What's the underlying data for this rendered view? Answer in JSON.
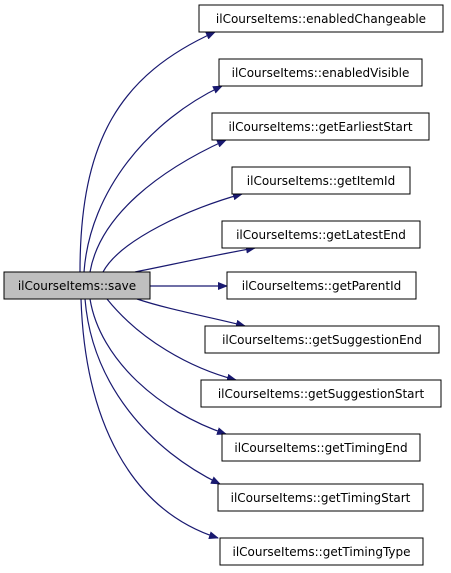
{
  "graph": {
    "root": {
      "label": "ilCourseItems::save",
      "fill": "#bfbfbf"
    },
    "callees": [
      {
        "label": "ilCourseItems::enabledChangeable"
      },
      {
        "label": "ilCourseItems::enabledVisible"
      },
      {
        "label": "ilCourseItems::getEarliestStart"
      },
      {
        "label": "ilCourseItems::getItemId"
      },
      {
        "label": "ilCourseItems::getLatestEnd"
      },
      {
        "label": "ilCourseItems::getParentId"
      },
      {
        "label": "ilCourseItems::getSuggestionEnd"
      },
      {
        "label": "ilCourseItems::getSuggestionStart"
      },
      {
        "label": "ilCourseItems::getTimingEnd"
      },
      {
        "label": "ilCourseItems::getTimingStart"
      },
      {
        "label": "ilCourseItems::getTimingType"
      }
    ],
    "node_fill": "#ffffff",
    "edge_color": "#191970"
  }
}
